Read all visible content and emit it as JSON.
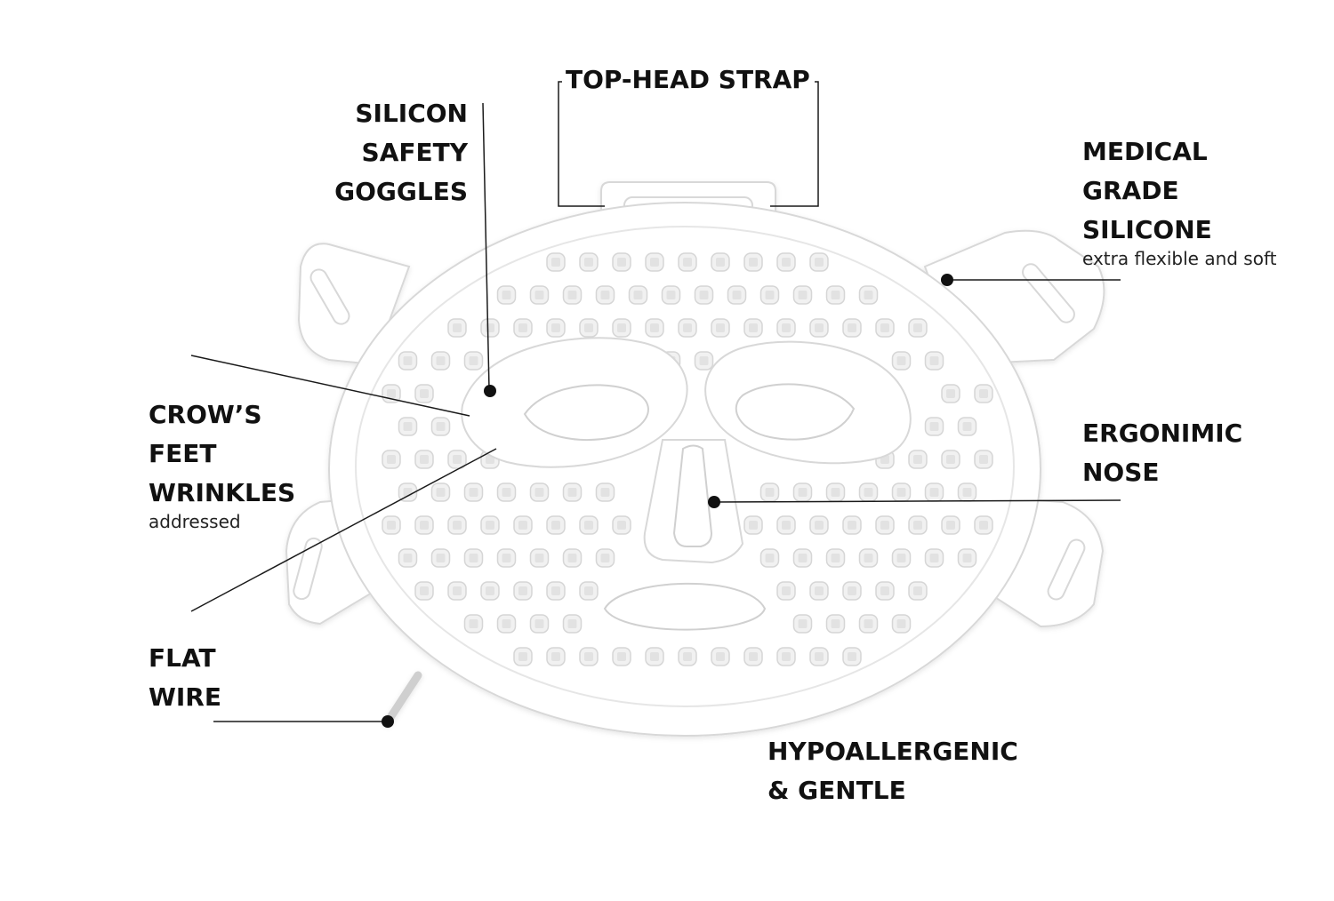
{
  "labels": {
    "top_head_strap": {
      "lines": [
        "TOP-HEAD STRAP"
      ]
    },
    "silicon_goggles": {
      "lines": [
        "SILICON",
        "SAFETY",
        "GOGGLES"
      ]
    },
    "medical_silicone": {
      "lines": [
        "MEDICAL",
        "GRADE",
        "SILICONE"
      ],
      "sub": "extra flexible and soft"
    },
    "crows_feet": {
      "lines": [
        "CROW’S",
        "FEET",
        "WRINKLES"
      ],
      "sub": "addressed"
    },
    "ergonomic_nose": {
      "lines": [
        "ERGONIMIC",
        "NOSE"
      ]
    },
    "flat_wire": {
      "lines": [
        "FLAT",
        "WIRE"
      ]
    },
    "hypoallergenic": {
      "lines": [
        "HYPOALLERGENIC",
        "& GENTLE"
      ]
    }
  },
  "colors": {
    "background": "#ffffff",
    "text": "#111111",
    "leader_line": "#1a1a1a",
    "mask_fill": "#ffffff",
    "mask_outline": "#d8d8d8",
    "led_fill": "#f1f1f1",
    "led_outline": "#d6d6d6",
    "led_core": "#e2e2e2"
  },
  "icons": {
    "callout_dot": "filled-circle",
    "mask": "led-face-mask-illustration"
  }
}
